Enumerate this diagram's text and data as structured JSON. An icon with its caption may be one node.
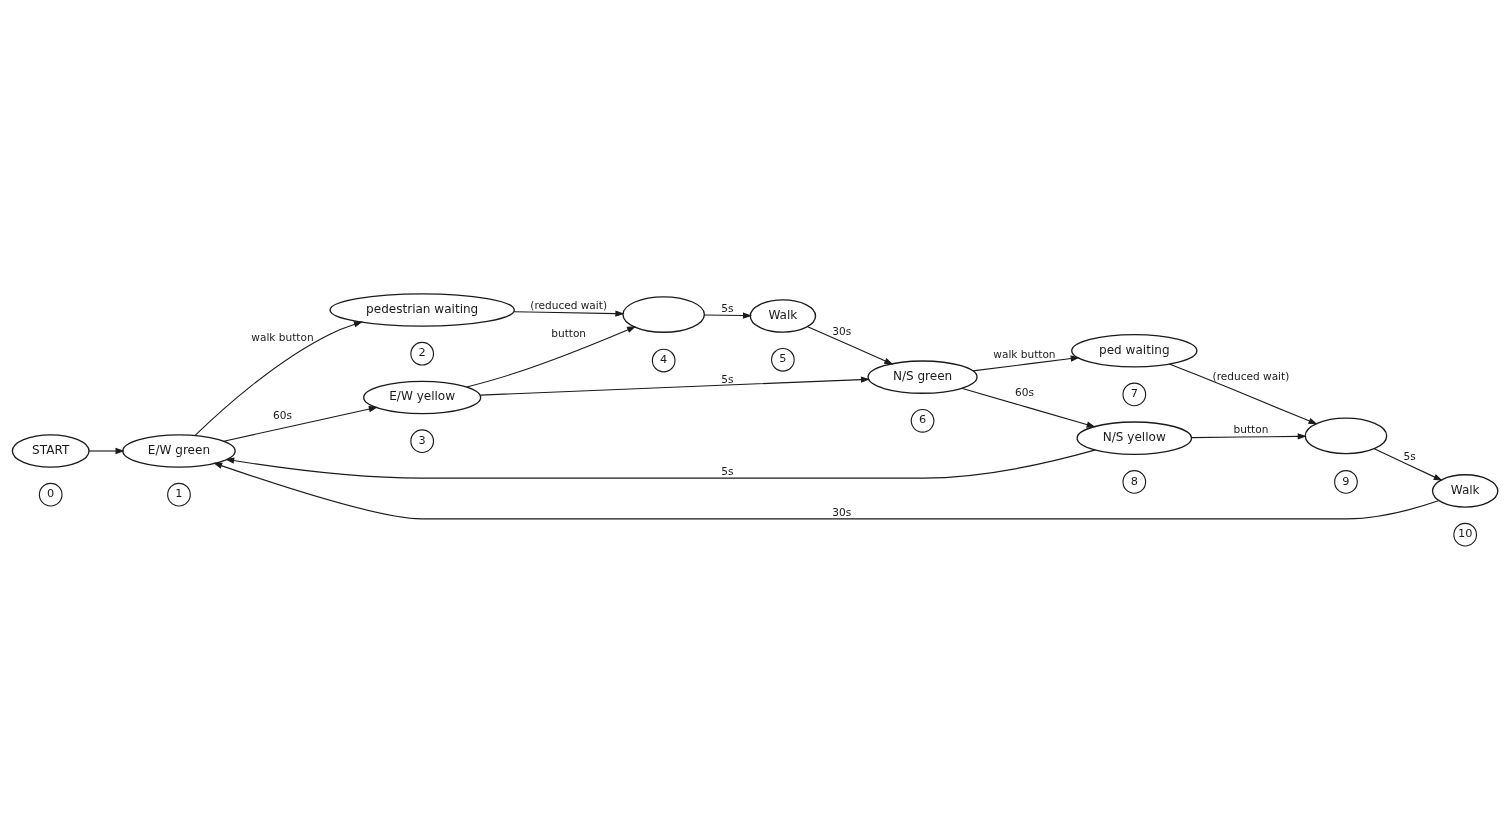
{
  "diagram": {
    "nodes": [
      {
        "text": [
          "START"
        ],
        "beside": [
          "0"
        ]
      },
      {
        "text": [
          "E/W green"
        ],
        "beside": [
          "1"
        ]
      },
      {
        "text": [
          "pedestrian waiting"
        ],
        "beside": [
          "2"
        ]
      },
      {
        "text": [
          "E/W yellow"
        ],
        "beside": [
          "3"
        ]
      },
      {
        "text": [],
        "shape": "ellipse",
        "beside": [
          "4"
        ]
      },
      {
        "text": [
          "Walk"
        ],
        "beside": [
          "5"
        ]
      },
      {
        "text": [
          "N/S green"
        ],
        "beside": [
          "6"
        ]
      },
      {
        "text": [
          "ped waiting"
        ],
        "beside": [
          "7"
        ]
      },
      {
        "text": [
          "N/S yellow"
        ],
        "beside": [
          "8"
        ]
      },
      {
        "text": [],
        "shape": "ellipse",
        "beside": [
          "9"
        ]
      },
      {
        "text": [
          "Walk"
        ],
        "beside": [
          "10"
        ]
      }
    ],
    "edges": [
      {
        "from": 0,
        "to": 1,
        "arrow": "to"
      },
      {
        "from": 1,
        "to": 2,
        "arrow": "to",
        "label": "walk button"
      },
      {
        "from": 1,
        "to": 3,
        "arrow": "to",
        "label": "60s"
      },
      {
        "from": 2,
        "to": 4,
        "arrow": "to",
        "label": "(reduced wait)"
      },
      {
        "from": 3,
        "to": 4,
        "arrow": "to",
        "label": "button"
      },
      {
        "from": 3,
        "to": 6,
        "arrow": "to",
        "label": "5s"
      },
      {
        "from": 4,
        "to": 5,
        "arrow": "to",
        "label": "5s"
      },
      {
        "from": 5,
        "to": 6,
        "arrow": "to",
        "label": "30s"
      },
      {
        "from": 6,
        "to": 8,
        "arrow": "to",
        "label": "60s"
      },
      {
        "from": 6,
        "to": 7,
        "arrow": "to",
        "label": "walk button"
      },
      {
        "from": 7,
        "to": 9,
        "arrow": "to",
        "label": "(reduced wait)"
      },
      {
        "from": 8,
        "to": 1,
        "arrow": "to",
        "label": "5s"
      },
      {
        "from": 8,
        "to": 9,
        "arrow": "to",
        "label": "button"
      },
      {
        "from": 9,
        "to": 10,
        "arrow": "to",
        "label": "5s"
      },
      {
        "from": 10,
        "to": 1,
        "arrow": "to",
        "label": "30s"
      }
    ]
  }
}
